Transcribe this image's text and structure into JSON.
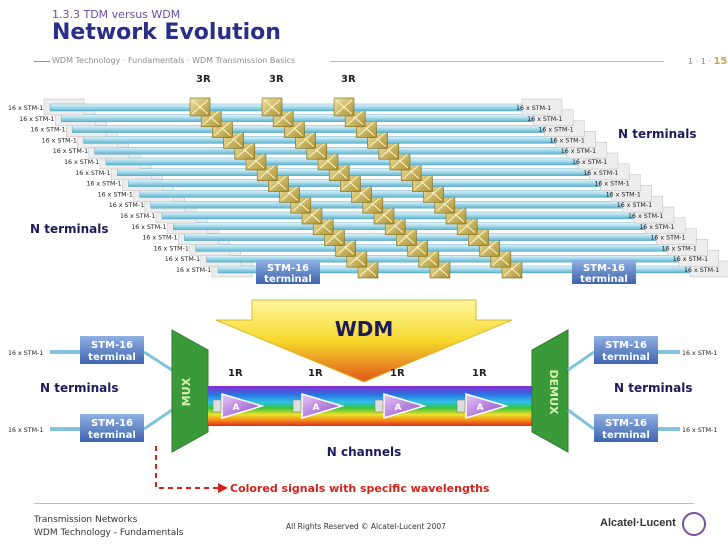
{
  "header": {
    "supertitle": "1.3.3 TDM versus WDM",
    "title": "Network Evolution",
    "breadcrumb": "WDM Technology · Fundamentals · WDM Transmission Basics",
    "slide_number_prefix": "1 · 1 · ",
    "slide_number_page": "15"
  },
  "tdm": {
    "regenerator_labels": [
      "3R",
      "3R",
      "3R"
    ],
    "stm_label": "16 x STM-1",
    "left_n_terminals": "N terminals",
    "right_n_terminals": "N terminals",
    "left_terminal_line1": "STM-16",
    "left_terminal_line2": "terminal",
    "right_terminal_line1": "STM-16",
    "right_terminal_line2": "terminal"
  },
  "wdm": {
    "arrow_label": "WDM",
    "mux_label": "MUX",
    "demux_label": "DEMUX",
    "amplifier_labels": [
      "1R",
      "1R",
      "1R",
      "1R"
    ],
    "amplifier_symbol": "A",
    "n_channels": "N channels",
    "left_n_terminals": "N terminals",
    "right_n_terminals": "N terminals",
    "stm_label": "16 x STM-1",
    "terminal_line1": "STM-16",
    "terminal_line2": "terminal",
    "colored_signals_note": "Colored signals with specific wavelengths"
  },
  "colors": {
    "title_blue": "#2b2e86",
    "terminal_blue": "#5b82c4",
    "mux_green": "#3a9a3a",
    "wdm_arrow_yellow": "#f6e24a",
    "wdm_arrow_red": "#e23a1e",
    "amplifier_purple": "#9b5bd0",
    "regen_yellow": "#c9b24a",
    "note_red": "#d2231c"
  },
  "footer": {
    "line1": "Transmission Networks",
    "line2": "WDM Technology - Fundamentals",
    "copyright": "All Rights Reserved © Alcatel-Lucent 2007",
    "logo": "Alcatel·Lucent"
  }
}
